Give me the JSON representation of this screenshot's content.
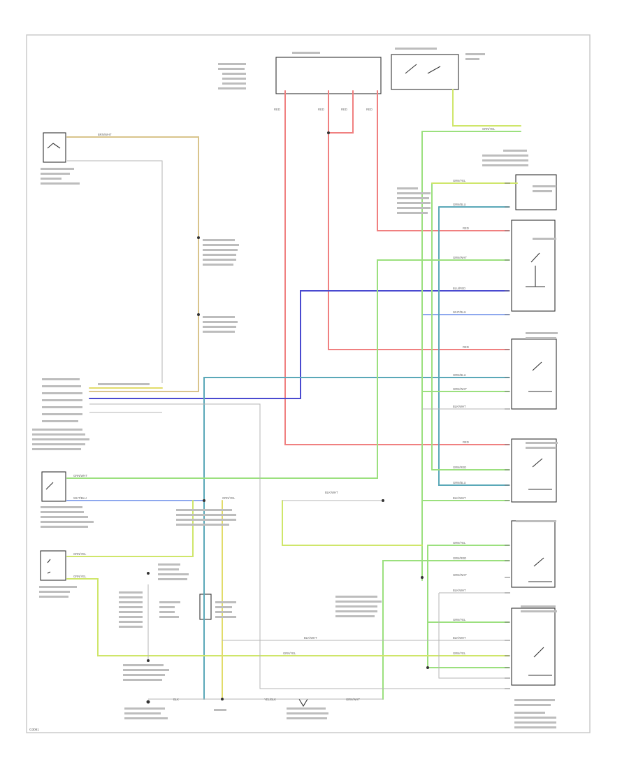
{
  "diagram_id": "G3081",
  "wire_codes": {
    "red": "RED",
    "brn_wht": "BRN/WHT",
    "wht_blu": "WHT/BLU",
    "blk_wht": "BLK/WHT",
    "grn_wht": "GRN/WHT",
    "grn_yel": "GRN/YEL",
    "yel_blk": "YEL/BLK",
    "grn_blu": "GRN/BLU",
    "grn_red": "GRN/RED",
    "blu_red": "BLU/RED",
    "blk": "BLK"
  },
  "colors": {
    "red": "#f08080",
    "yellow": "#e2dc6a",
    "tan": "#d9c48c",
    "green": "#9be07e",
    "lightgreen": "#c6ee9a",
    "blue": "#4a4ad0",
    "lightblue": "#8ea8ee",
    "teal": "#5aa8b8",
    "grey": "#b5b5b5",
    "yelgrn": "#cfe66a"
  }
}
